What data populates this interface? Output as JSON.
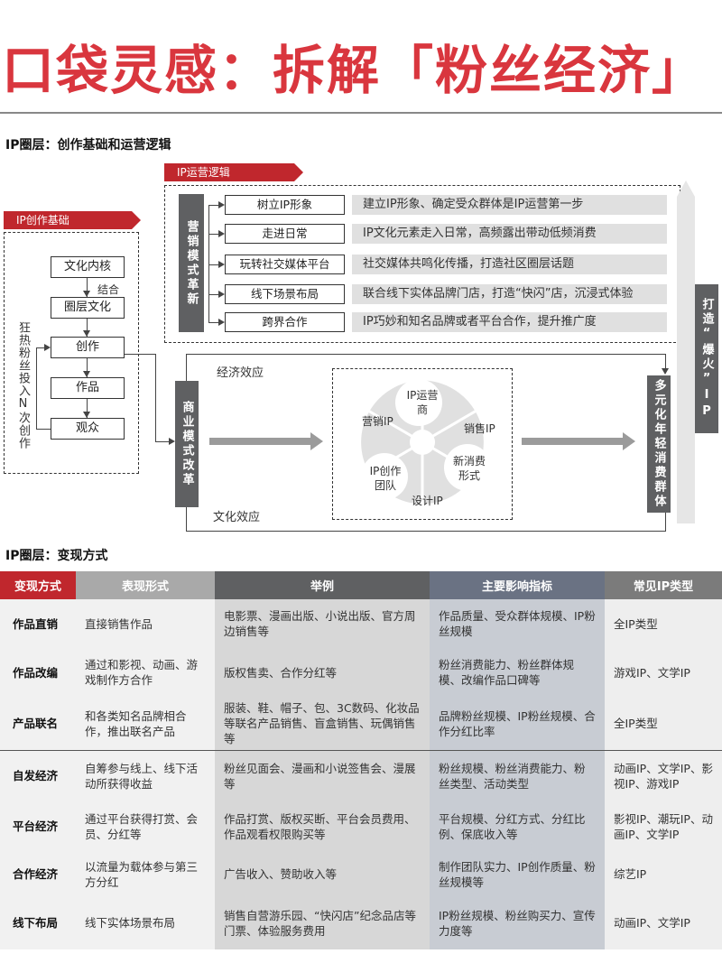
{
  "header": {
    "title": "口袋灵感：拆解「粉丝经济」"
  },
  "section1": {
    "title": "IP圈层：创作基础和运营逻辑"
  },
  "creation": {
    "ribbon": "IP创作基础",
    "side_label": "狂热粉丝投入N次创作",
    "nodes": [
      "文化内核",
      "圈层文化",
      "创作",
      "作品",
      "观众"
    ],
    "edge_label": "结合"
  },
  "operation": {
    "ribbon": "IP运营逻辑",
    "side_label": "营销模式革新",
    "items": [
      {
        "label": "树立IP形象",
        "desc": "建立IP形象、确定受众群体是IP运营第一步"
      },
      {
        "label": "走进日常",
        "desc": "IP文化元素走入日常，高频露出带动低频消费"
      },
      {
        "label": "玩转社交媒体平台",
        "desc": "社交媒体共鸣化传播，打造社区圈层话题"
      },
      {
        "label": "线下场景布局",
        "desc": "联合线下实体品牌门店，打造“快闪”店，沉浸式体验"
      },
      {
        "label": "跨界合作",
        "desc": "IP巧妙和知名品牌或者平台合作，提升推广度"
      }
    ]
  },
  "flow": {
    "left_box": "商业模式改革",
    "right_box": "多元化年轻消费群体",
    "far_right": "打造“爆火”IP",
    "top_label": "经济效应",
    "bottom_label": "文化效应",
    "cycle": [
      "IP运营商",
      "销售IP",
      "新消费形式",
      "设计IP",
      "IP创作团队",
      "营销IP"
    ]
  },
  "section2": {
    "title": "IP圈层：变现方式"
  },
  "table": {
    "headers": [
      "变现方式",
      "表现形式",
      "举例",
      "主要影响指标",
      "常见IP类型"
    ],
    "rows": [
      [
        "作品直销",
        "直接销售作品",
        "电影票、漫画出版、小说出版、官方周边销售等",
        "作品质量、受众群体规模、IP粉丝规模",
        "全IP类型"
      ],
      [
        "作品改编",
        "通过和影视、动画、游戏制作方合作",
        "版权售卖、合作分红等",
        "粉丝消费能力、粉丝群体规模、改编作品口碑等",
        "游戏IP、文学IP"
      ],
      [
        "产品联名",
        "和各类知名品牌相合作，推出联名产品",
        "服装、鞋、帽子、包、3C数码、化妆品等联名产品销售、盲盒销售、玩偶销售等",
        "品牌粉丝规模、IP粉丝规模、合作分红比率",
        "全IP类型"
      ],
      [
        "自发经济",
        "自筹参与线上、线下活动所获得收益",
        "粉丝见面会、漫画和小说签售会、漫展等",
        "粉丝规模、粉丝消费能力、粉丝类型、活动类型",
        "动画IP、文学IP、影视IP、游戏IP"
      ],
      [
        "平台经济",
        "通过平台获得打赏、会员、分红等",
        "作品打赏、版权买断、平台会员费用、作品观看权限购买等",
        "平台规模、分红方式、分红比例、保底收入等",
        "影视IP、潮玩IP、动画IP、文学IP"
      ],
      [
        "合作经济",
        "以流量为载体参与第三方分红",
        "广告收入、赞助收入等",
        "制作团队实力、IP创作质量、粉丝规模等",
        "综艺IP"
      ],
      [
        "线下布局",
        "线下实体场景布局",
        "销售自营游乐园、“快闪店”纪念品店等门票、体验服务费用",
        "IP粉丝规模、粉丝购买力、宣传力度等",
        "动画IP、文学IP"
      ]
    ]
  },
  "colors": {
    "accent": "#c0272d",
    "title": "#d9363e",
    "dark": "#5f6062"
  }
}
